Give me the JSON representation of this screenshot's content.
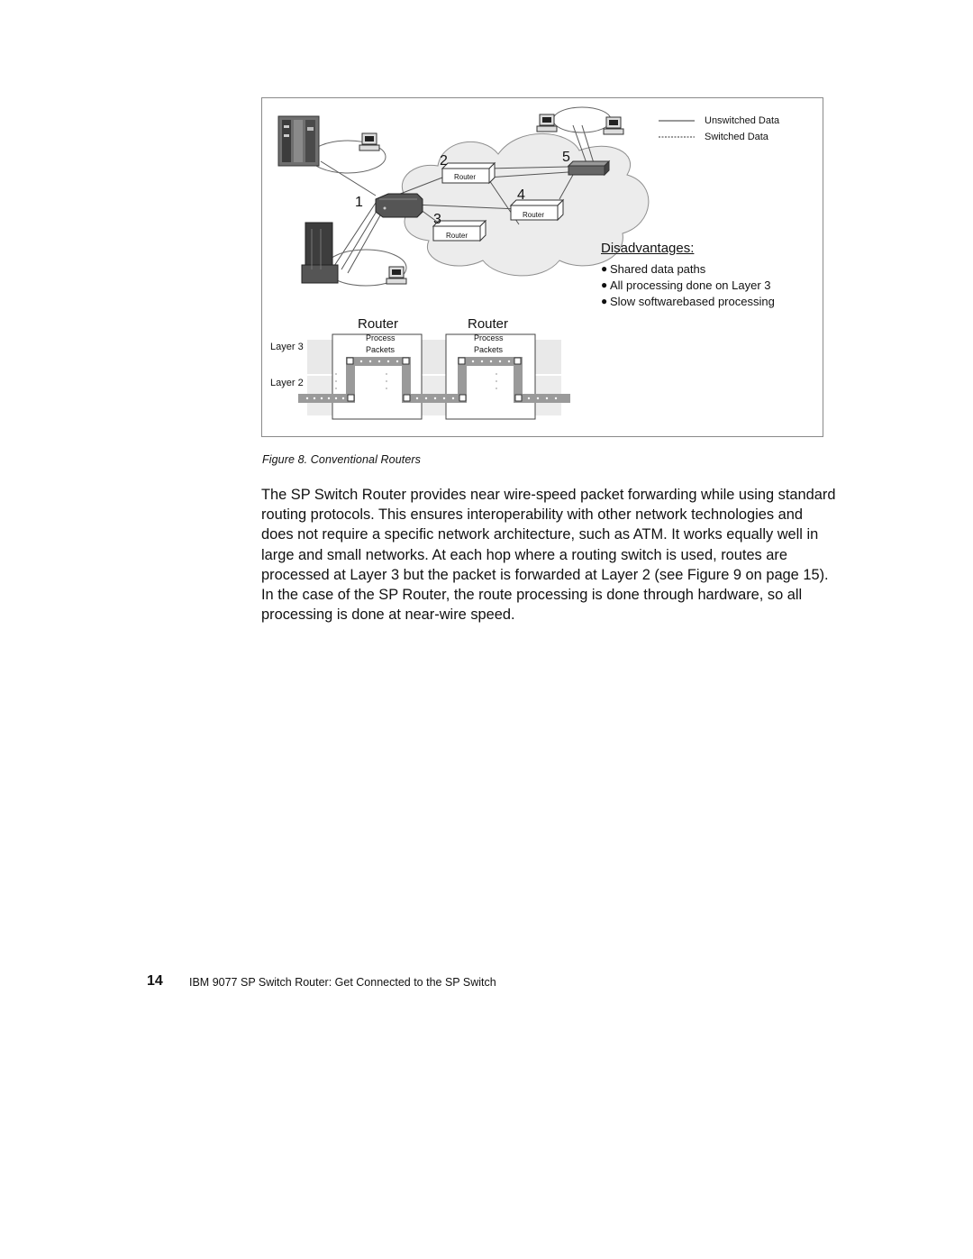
{
  "figure": {
    "legend": {
      "unswitched": "Unswitched Data",
      "switched": "Switched Data"
    },
    "node_numbers": [
      "1",
      "2",
      "3",
      "4",
      "5"
    ],
    "small_router_label": "Router",
    "disadvantages": {
      "heading": "Disadvantages:",
      "items": [
        "Shared data paths",
        "All processing done on Layer 3",
        "Slow softwarebased processing"
      ]
    },
    "layer_diagram": {
      "router_titles": [
        "Router",
        "Router"
      ],
      "process_line1": "Process",
      "process_line2": "Packets",
      "layer3": "Layer 3",
      "layer2": "Layer 2"
    }
  },
  "caption": "Figure 8.  Conventional Routers",
  "body_paragraph": "The SP Switch Router provides near wire-speed packet forwarding while using standard routing protocols. This ensures interoperability with other network technologies and does not require a specific network architecture, such as ATM. It works equally well in large and small networks. At each hop where a routing switch is used, routes are processed at Layer 3 but the packet is forwarded at Layer 2 (see Figure 9 on page 15). In the case of the SP Router, the route processing is done through hardware, so all processing is done at near-wire speed.",
  "footer": {
    "page_number": "14",
    "title": "IBM 9077 SP Switch Router: Get Connected to the SP Switch"
  }
}
